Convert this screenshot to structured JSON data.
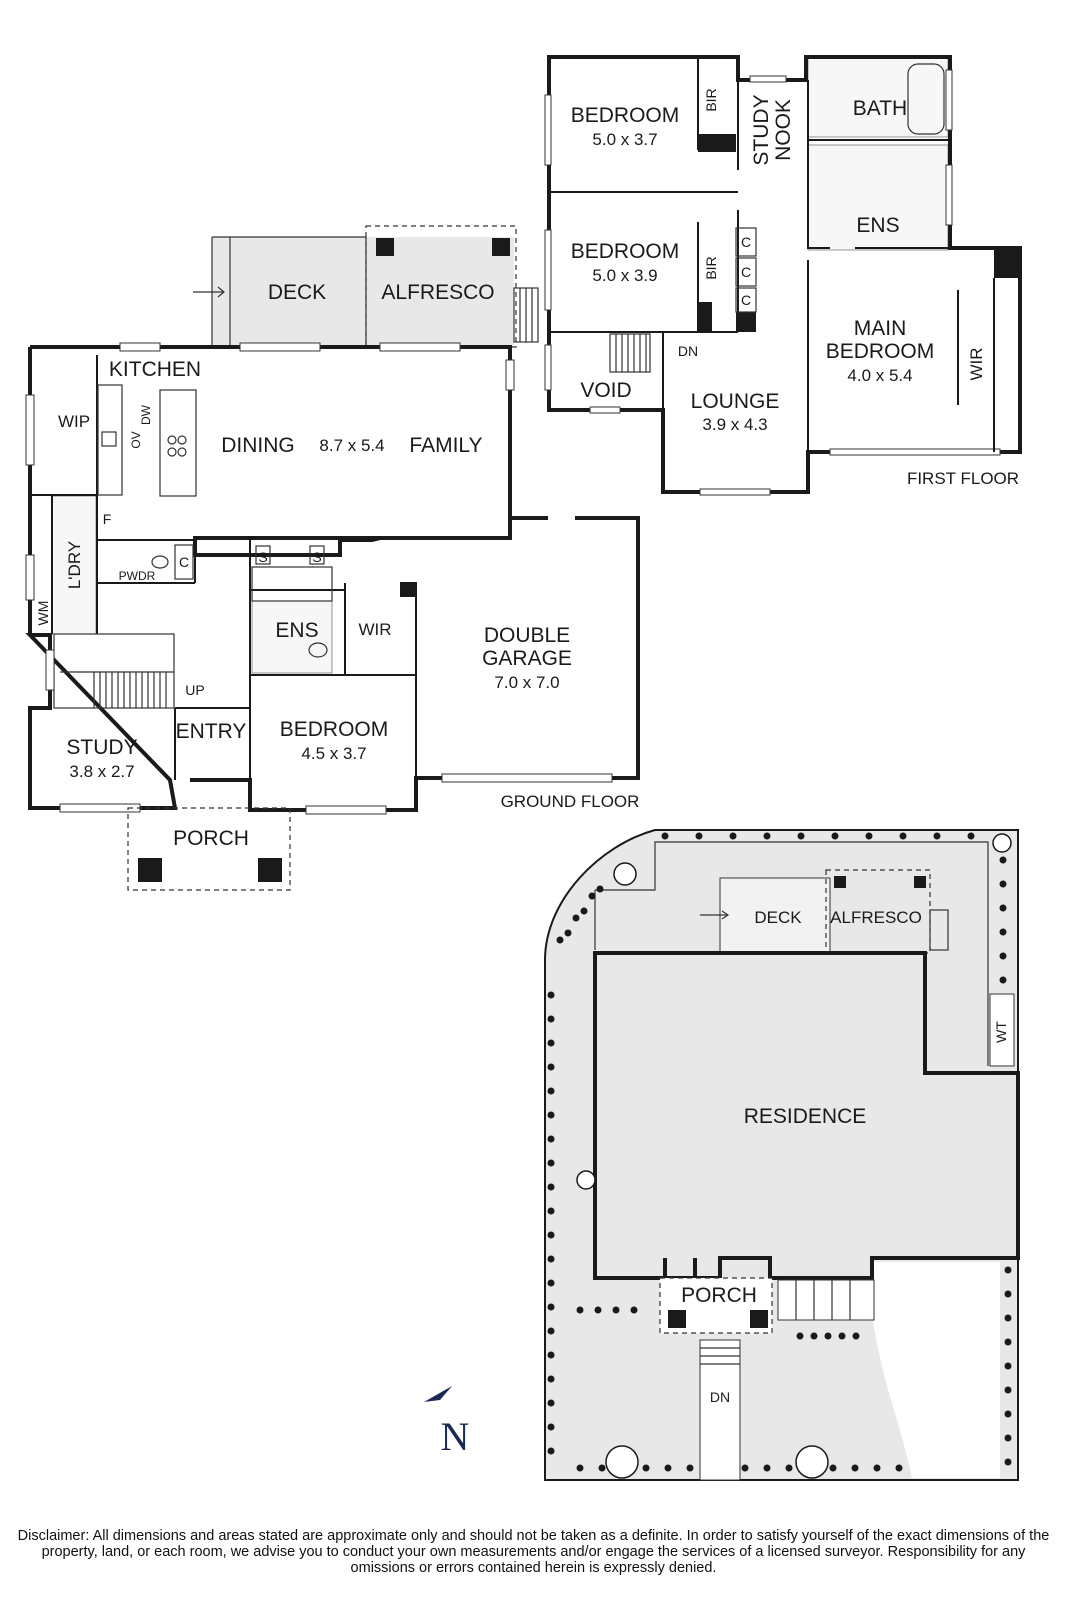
{
  "floors": {
    "first_floor_label": "FIRST FLOOR",
    "ground_floor_label": "GROUND FLOOR"
  },
  "first_floor": {
    "bedroom1": {
      "name": "BEDROOM",
      "size": "5.0 x 3.7"
    },
    "bedroom1_bir": "BIR",
    "study_nook": [
      "STUDY",
      "NOOK"
    ],
    "bath": "BATH",
    "bedroom2": {
      "name": "BEDROOM",
      "size": "5.0 x 3.9"
    },
    "bedroom2_bir": "BIR",
    "cupboard": "C",
    "ens": "ENS",
    "main_bedroom": {
      "name_line1": "MAIN",
      "name_line2": "BEDROOM",
      "size": "4.0 x 5.4"
    },
    "wir": "WIR",
    "void": "VOID",
    "stair_dn": "DN",
    "lounge": {
      "name": "LOUNGE",
      "size": "3.9 x 4.3"
    }
  },
  "ground_floor": {
    "deck": "DECK",
    "alfresco": "ALFRESCO",
    "kitchen": "KITCHEN",
    "wip": "WIP",
    "ov": "OV",
    "dw": "DW",
    "dining": "DINING",
    "dining_size": "8.7 x 5.4",
    "family": "FAMILY",
    "fridge": "F",
    "laundry": "L'DRY",
    "wm": "WM",
    "pwdr": "PWDR",
    "cupboard": "C",
    "shower_s": "S",
    "ens": "ENS",
    "wir": "WIR",
    "double_garage": {
      "name_line1": "DOUBLE",
      "name_line2": "GARAGE",
      "size": "7.0 x 7.0"
    },
    "stair_up": "UP",
    "study": {
      "name": "STUDY",
      "size": "3.8 x 2.7"
    },
    "entry": "ENTRY",
    "bedroom": {
      "name": "BEDROOM",
      "size": "4.5 x 3.7"
    },
    "porch": "PORCH"
  },
  "site": {
    "deck": "DECK",
    "alfresco": "ALFRESCO",
    "wt": "WT",
    "residence": "RESIDENCE",
    "porch": "PORCH",
    "dn": "DN"
  },
  "compass": {
    "letter": "N"
  },
  "disclaimer": "Disclaimer: All dimensions and areas stated are approximate only and should not be taken as a definite. In order to satisfy yourself of the exact dimensions of the property, land, or each room, we advise you to conduct your own measurements and/or engage the services of a licensed surveyor. Responsibility for any omissions or errors contained herein is expressly denied."
}
